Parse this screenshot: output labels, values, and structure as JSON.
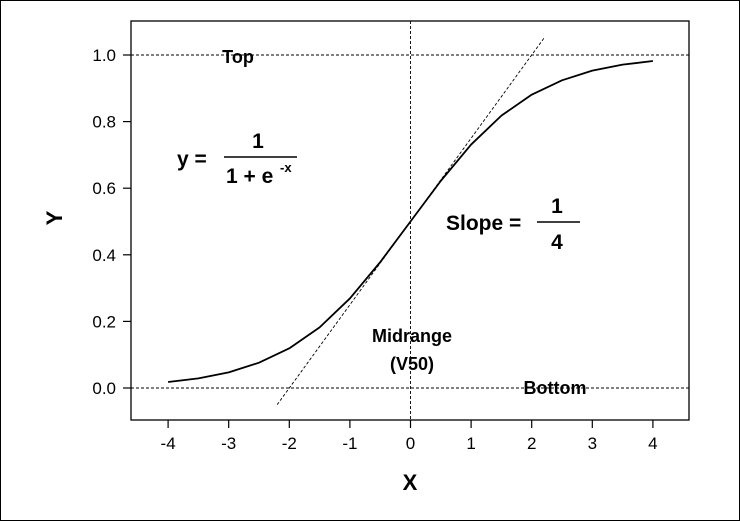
{
  "chart_data": {
    "type": "line",
    "xlabel": "X",
    "ylabel": "Y",
    "xlim": [
      -4.6,
      4.6
    ],
    "ylim": [
      -0.1,
      1.1
    ],
    "x_ticks": [
      "-4",
      "-3",
      "-2",
      "-1",
      "0",
      "1",
      "2",
      "3",
      "4"
    ],
    "y_ticks": [
      "0.0",
      "0.2",
      "0.4",
      "0.6",
      "0.8",
      "1.0"
    ],
    "grid": false,
    "series": [
      {
        "x": [
          -4,
          -3.5,
          -3,
          -2.5,
          -2,
          -1.5,
          -1,
          -0.5,
          0,
          0.5,
          1,
          1.5,
          2,
          2.5,
          3,
          3.5,
          4
        ],
        "y": [
          0.018,
          0.029,
          0.047,
          0.076,
          0.119,
          0.182,
          0.269,
          0.378,
          0.5,
          0.622,
          0.731,
          0.818,
          0.881,
          0.924,
          0.953,
          0.971,
          0.982
        ]
      }
    ],
    "reference_lines": {
      "top": 1.0,
      "bottom": 0.0,
      "midpoint_x": 0,
      "tangent": {
        "slope": 0.25,
        "intercept": 0.5,
        "x_range": [
          -2.2,
          2.2
        ]
      }
    },
    "annotations": {
      "top": "Top",
      "bottom": "Bottom",
      "midrange_line1": "Midrange",
      "midrange_line2": "(V50)",
      "formula_lhs": "y =",
      "formula_num": "1",
      "formula_den_base": "1 + e",
      "formula_den_exp": "-x",
      "slope_lhs": "Slope =",
      "slope_num": "1",
      "slope_den": "4"
    }
  }
}
